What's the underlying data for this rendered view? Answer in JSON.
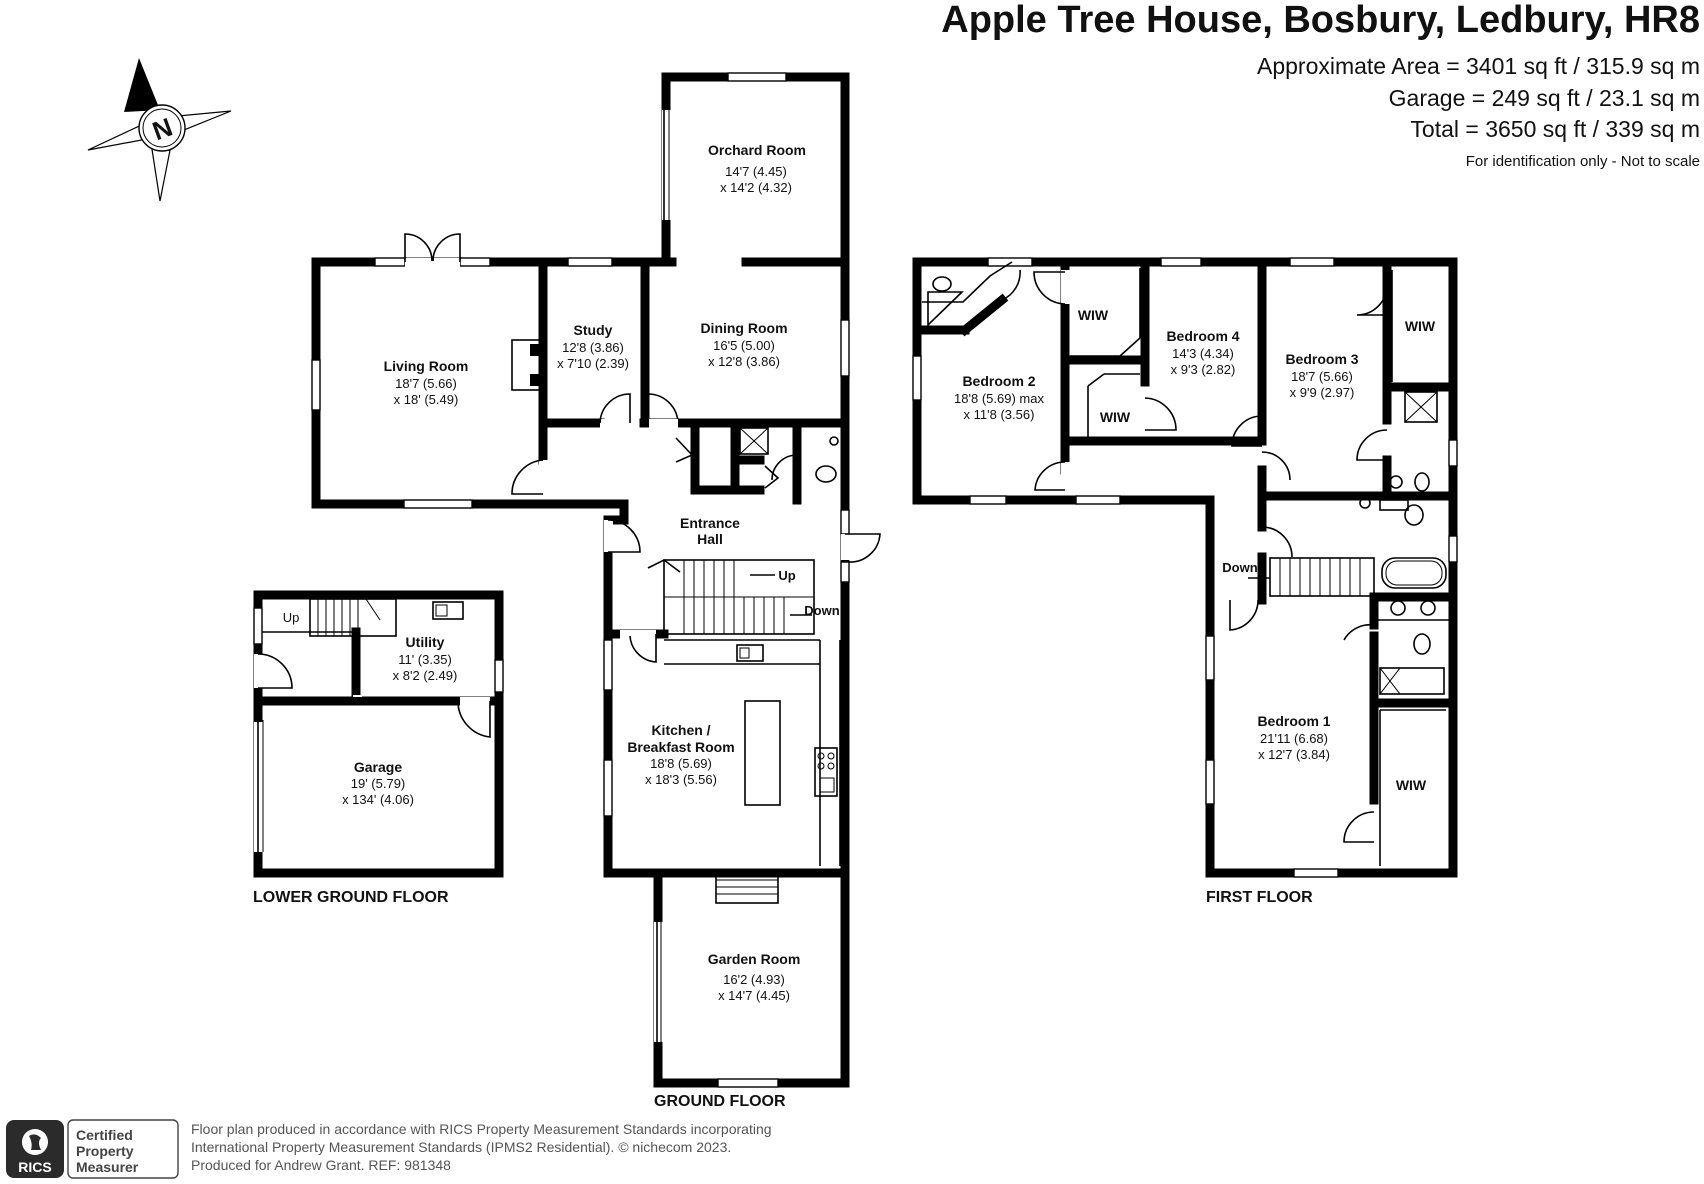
{
  "header": {
    "title": "Apple Tree House, Bosbury, Ledbury, HR8",
    "area_main": "Approximate Area = 3401 sq ft / 315.9 sq m",
    "area_garage": "Garage = 249 sq ft / 23.1 sq m",
    "area_total": "Total = 3650 sq ft / 339 sq m",
    "disclaimer": "For identification only - Not to scale"
  },
  "compass": {
    "label": "N"
  },
  "floors": {
    "lower_ground": "LOWER GROUND FLOOR",
    "ground": "GROUND FLOOR",
    "first": "FIRST FLOOR"
  },
  "rooms": {
    "orchard": {
      "name": "Orchard Room",
      "dim1": "14'7 (4.45)",
      "dim2": "x 14'2 (4.32)"
    },
    "living": {
      "name": "Living Room",
      "dim1": "18'7 (5.66)",
      "dim2": "x 18' (5.49)"
    },
    "study": {
      "name": "Study",
      "dim1": "12'8 (3.86)",
      "dim2": "x 7'10 (2.39)"
    },
    "dining": {
      "name": "Dining Room",
      "dim1": "16'5 (5.00)",
      "dim2": "x 12'8 (3.86)"
    },
    "hall": {
      "name1": "Entrance",
      "name2": "Hall"
    },
    "kitchen": {
      "name1": "Kitchen /",
      "name2": "Breakfast Room",
      "dim1": "18'8 (5.69)",
      "dim2": "x 18'3 (5.56)"
    },
    "garden": {
      "name": "Garden Room",
      "dim1": "16'2 (4.93)",
      "dim2": "x 14'7 (4.45)"
    },
    "utility": {
      "name": "Utility",
      "dim1": "11' (3.35)",
      "dim2": "x 8'2 (2.49)"
    },
    "garage": {
      "name": "Garage",
      "dim1": "19' (5.79)",
      "dim2": "x 134' (4.06)"
    },
    "bed2": {
      "name": "Bedroom 2",
      "dim1": "18'8 (5.69) max",
      "dim2": "x 11'8 (3.56)"
    },
    "bed4": {
      "name": "Bedroom 4",
      "dim1": "14'3 (4.34)",
      "dim2": "x 9'3 (2.82)"
    },
    "bed3": {
      "name": "Bedroom 3",
      "dim1": "18'7 (5.66)",
      "dim2": "x 9'9 (2.97)"
    },
    "bed1": {
      "name": "Bedroom 1",
      "dim1": "21'11 (6.68)",
      "dim2": "x 12'7 (3.84)"
    }
  },
  "labels": {
    "wiw": "WIW",
    "up": "Up",
    "down": "Down"
  },
  "footer": {
    "badge_line1": "Certified",
    "badge_line2": "Property",
    "badge_line3": "Measurer",
    "rics": "RICS",
    "line1": "Floor plan produced in accordance with RICS Property Measurement Standards incorporating",
    "line2": "International Property Measurement Standards (IPMS2 Residential).  © nichecom 2023.",
    "line3": "Produced for Andrew Grant.   REF:  981348"
  }
}
